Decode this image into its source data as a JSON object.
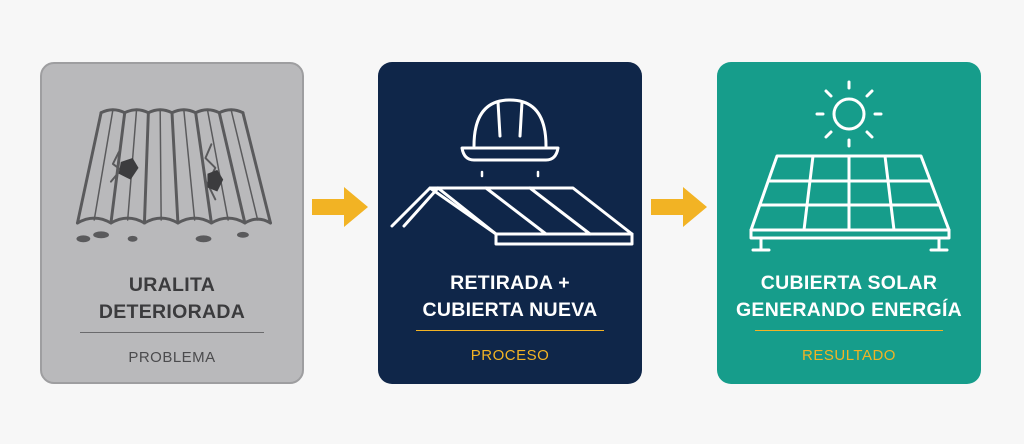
{
  "colors": {
    "problem_card": "#b9b9bb",
    "process_card": "#0f2649",
    "result_card": "#169d8b",
    "accent": "#f2b324"
  },
  "cards": [
    {
      "title": "URALITA DETERIORADA",
      "title_lines": [
        "URALITA",
        "DETERIORADA"
      ],
      "tag": "PROBLEMA",
      "icon": "broken-roof-icon"
    },
    {
      "title": "RETIRADA + CUBIERTA NUEVA",
      "title_lines": [
        "RETIRADA +",
        "CUBIERTA NUEVA"
      ],
      "tag": "PROCESO",
      "icon": "hard-hat-roof-icon"
    },
    {
      "title": "CUBIERTA SOLAR GENERANDO ENERGÍA",
      "title_lines": [
        "CUBIERTA SOLAR",
        "GENERANDO ENERGÍA"
      ],
      "tag": "RESULTADO",
      "icon": "solar-panel-sun-icon"
    }
  ],
  "arrows": [
    "arrow-right-icon",
    "arrow-right-icon"
  ]
}
